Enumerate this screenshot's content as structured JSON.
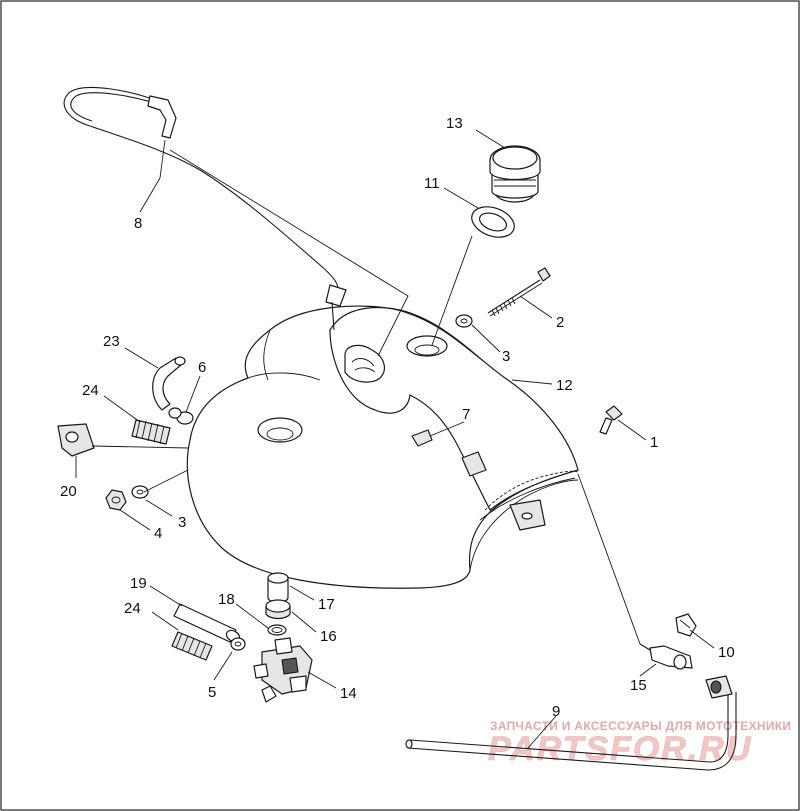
{
  "callouts": [
    {
      "id": "c1",
      "label": "1"
    },
    {
      "id": "c2",
      "label": "2"
    },
    {
      "id": "c3a",
      "label": "3"
    },
    {
      "id": "c3b",
      "label": "3"
    },
    {
      "id": "c4",
      "label": "4"
    },
    {
      "id": "c5",
      "label": "5"
    },
    {
      "id": "c6",
      "label": "6"
    },
    {
      "id": "c7",
      "label": "7"
    },
    {
      "id": "c8",
      "label": "8"
    },
    {
      "id": "c9",
      "label": "9"
    },
    {
      "id": "c10",
      "label": "10"
    },
    {
      "id": "c11",
      "label": "11"
    },
    {
      "id": "c12",
      "label": "12"
    },
    {
      "id": "c13",
      "label": "13"
    },
    {
      "id": "c14",
      "label": "14"
    },
    {
      "id": "c15",
      "label": "15"
    },
    {
      "id": "c16",
      "label": "16"
    },
    {
      "id": "c17",
      "label": "17"
    },
    {
      "id": "c18",
      "label": "18"
    },
    {
      "id": "c19",
      "label": "19"
    },
    {
      "id": "c20",
      "label": "20"
    },
    {
      "id": "c23",
      "label": "23"
    },
    {
      "id": "c24a",
      "label": "24"
    },
    {
      "id": "c24b",
      "label": "24"
    }
  ],
  "watermark": {
    "tagline": "ЗАПЧАСТИ И АКСЕССУАРЫ ДЛЯ МОТОТЕХНИКИ",
    "brand": "PARTSFOR.RU"
  },
  "colors": {
    "line": "#1a1a1a",
    "watermark": "#e2a9a9"
  }
}
